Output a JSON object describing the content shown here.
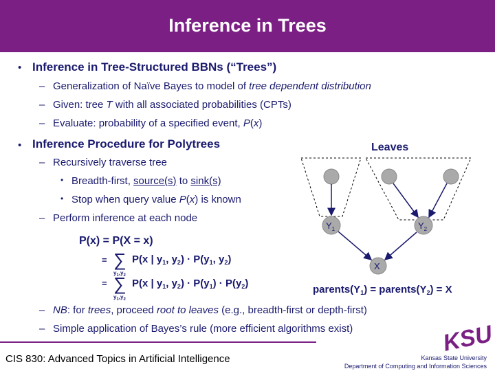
{
  "slide": {
    "title": "Inference in Trees",
    "bullets": {
      "b1": "Inference in Tree-Structured BBNs (“Trees”)",
      "b1_1": "Generalization of Naïve Bayes to model of ",
      "b1_1_em": "tree dependent distribution",
      "b1_2a": "Given: tree ",
      "b1_2_T": "T",
      "b1_2b": " with all associated probabilities (CPTs)",
      "b1_3a": "Evaluate: probability of a specified event, ",
      "b1_3_P": "P",
      "b1_3_open": "(",
      "b1_3_x": "x",
      "b1_3_close": ")",
      "b2": "Inference Procedure for Polytrees",
      "b2_1": "Recursively traverse tree",
      "b2_1_1a": "Breadth-first, ",
      "b2_1_1_source": "source(s)",
      "b2_1_1_to": " to ",
      "b2_1_1_sink": "sink(s)",
      "b2_1_2a": "Stop when query value ",
      "b2_1_2_P": "P",
      "b2_1_2_open": "(",
      "b2_1_2_x": "x",
      "b2_1_2b": ") is known",
      "b2_2": "Perform inference at each node",
      "b2_3_nb": "NB",
      "b2_3a": ": for ",
      "b2_3_trees": "trees",
      "b2_3b": ", proceed ",
      "b2_3_root": "root to leaves",
      "b2_3c": " (e.g., breadth-first or depth-first)",
      "b2_4": "Simple application of Bayes’s rule (more efficient algorithms exist)"
    },
    "markers": {
      "dot": "•",
      "dash": "–"
    },
    "diagram": {
      "leaves_label": "Leaves",
      "y1_label": "Y",
      "y1_sub": "1",
      "y2_label": "Y",
      "y2_sub": "2",
      "x_label": "X",
      "parents_eq": "parents(Y",
      "parents_eq2": ") = parents(Y",
      "parents_eq3": ") = X",
      "sub1": "1",
      "sub2": "2"
    },
    "math": {
      "line1": "P(x) = P(X = x)",
      "line2_eq": "=",
      "line2": "P(x | y",
      "line2b": ", y",
      "line2c": ") · P(y",
      "line2d": ", y",
      "line2e": ")",
      "sum_sub": "y",
      "sum_sub1": "1",
      "sum_sub_comma": ",y",
      "sum_sub2": "2",
      "line3_eq": "=",
      "line3": "P(x | y",
      "line3b": ", y",
      "line3c": ") · P(y",
      "line3d": ") · P(y",
      "line3e": ")",
      "sigma": "∑",
      "sub1": "1",
      "sub2": "2"
    },
    "footer": {
      "course": "CIS 830: Advanced Topics in Artificial Intelligence",
      "university": "Kansas State University",
      "department": "Department of Computing and Information Sciences",
      "logo": "KSU"
    },
    "colors": {
      "header": "#7b1f85",
      "text": "#1a1a6e",
      "node": "#aaaaaa",
      "logo": "#7b1f85"
    }
  }
}
